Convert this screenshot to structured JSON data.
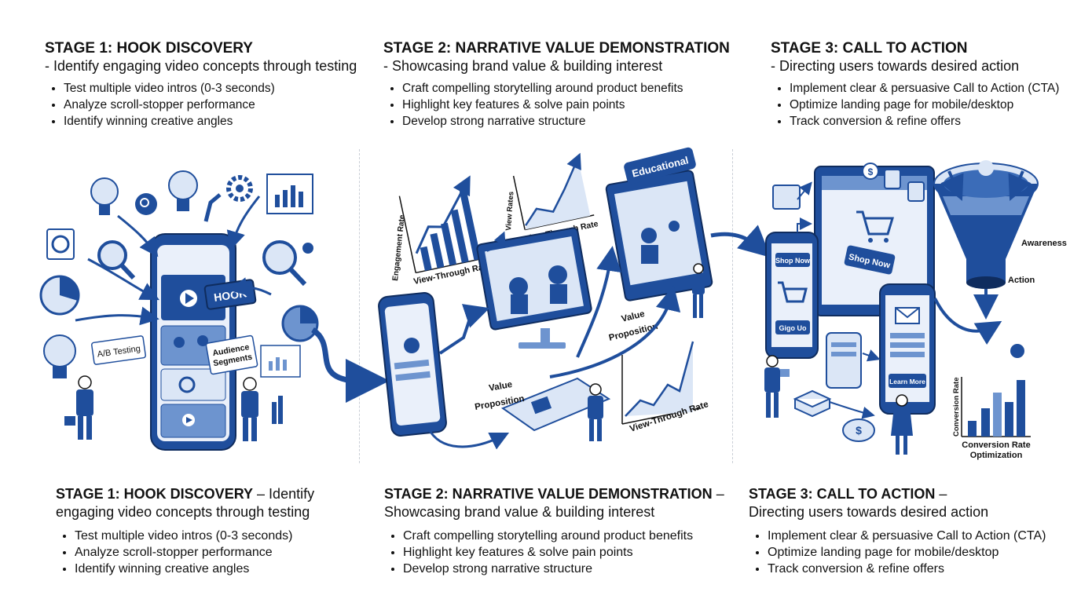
{
  "top": [
    {
      "title": "STAGE 1: HOOK DISCOVERY",
      "subtitle": "- Identify engaging video concepts through testing",
      "bullets": [
        "Test multiple video intros (0-3 seconds)",
        "Analyze scroll-stopper performance",
        "Identify winning creative angles"
      ]
    },
    {
      "title": "STAGE 2: NARRATIVE VALUE DEMONSTRATION",
      "subtitle": "- Showcasing brand value & building interest",
      "bullets": [
        "Craft compelling storytelling around product benefits",
        "Highlight key features & solve pain points",
        "Develop strong narrative structure"
      ]
    },
    {
      "title": "STAGE 3: CALL TO ACTION",
      "subtitle": "- Directing users towards desired action",
      "bullets": [
        "Implement clear & persuasive Call to Action (CTA)",
        "Optimize landing page for mobile/desktop",
        "Track conversion & refine offers"
      ]
    }
  ],
  "bottom": [
    {
      "title": "STAGE 1: HOOK DISCOVERY",
      "title_rest": " – Identify",
      "line2": "engaging video concepts through testing",
      "bullets": [
        "Test multiple video intros (0-3 seconds)",
        "Analyze scroll-stopper performance",
        "Identify winning creative angles"
      ]
    },
    {
      "title": "STAGE 2: NARRATIVE VALUE DEMONSTRATION",
      "title_rest": " –",
      "line2": "Showcasing brand value & building interest",
      "bullets": [
        "Craft compelling storytelling around product benefits",
        "Highlight key features & solve pain points",
        "Develop strong narrative structure"
      ]
    },
    {
      "title": "STAGE 3: CALL TO ACTION",
      "title_rest": " –",
      "line2": "Directing users towards desired action",
      "bullets": [
        "Implement clear & persuasive Call to Action (CTA)",
        "Optimize landing page for mobile/desktop",
        "Track conversion & refine offers"
      ]
    }
  ],
  "stage1_labels": {
    "hook": "HOOK",
    "ab": "A/B Testing",
    "audience1": "Audience",
    "audience2": "Segments"
  },
  "stage2_labels": {
    "engagement": "Engagement Rate",
    "vtr": "View-Through Rate",
    "view_rates": "View Rates",
    "vtr2": "View-Through Rate",
    "educational": "Educational",
    "value1": "Value",
    "value2": "Proposition",
    "value3": "Value",
    "value4": "Proposition",
    "vtr3": "View-Through Rate"
  },
  "stage3_labels": {
    "shop_now": "Shop Now",
    "shop_now_phone": "Shop Now",
    "go_up": "Gigo Uo",
    "learn_more": "Learn More",
    "awareness": "Awareness",
    "action": "Action",
    "conv_rate_axis": "Conversion Rate",
    "conv_rate1": "Conversion Rate",
    "conv_rate2": "Optimization",
    "dollar": "$",
    "coin": "$"
  },
  "colors": {
    "primary": "#1f4e9c",
    "light": "#dbe6f6",
    "mid": "#6d94cf",
    "text": "#111111"
  }
}
